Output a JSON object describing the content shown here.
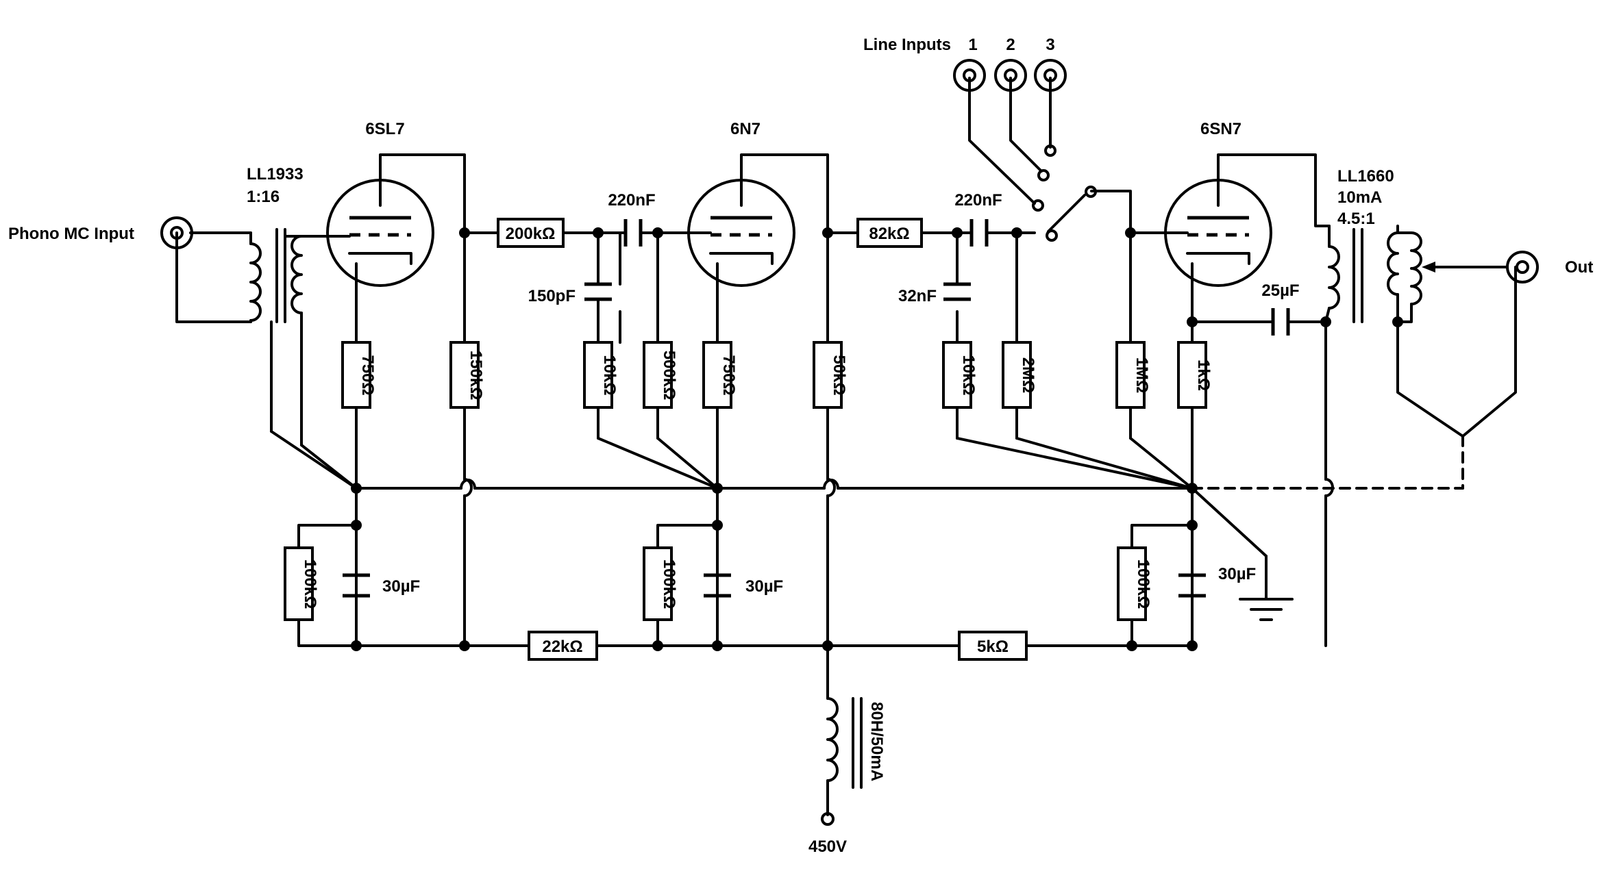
{
  "title": "",
  "tubes": {
    "v1": "6SL7",
    "v2": "6N7",
    "v3": "6SN7"
  },
  "transformers": {
    "input": {
      "name": "LL1933",
      "ratio": "1:16"
    },
    "output": {
      "name": "LL1660",
      "current": "10mA",
      "ratio": "4.5:1"
    },
    "choke": "80H/50mA"
  },
  "connectors": {
    "phono": "Phono MC Input",
    "line": "Line Inputs",
    "line_numbers": [
      "1",
      "2",
      "3"
    ],
    "out": "Out",
    "supply": "450V"
  },
  "resistors": {
    "r200k": "200kΩ",
    "r82k": "82kΩ",
    "r750a": "750Ω",
    "r150k": "150kΩ",
    "r10ka": "10kΩ",
    "r500k": "500kΩ",
    "r750b": "750Ω",
    "r50k": "50kΩ",
    "r10kb": "10kΩ",
    "r2m": "2MΩ",
    "r1m": "1MΩ",
    "r1k": "1kΩ",
    "r100ka": "100kΩ",
    "r100kb": "100kΩ",
    "r100kc": "100kΩ",
    "r22k": "22kΩ",
    "r5k": "5kΩ"
  },
  "capacitors": {
    "c220a": "220nF",
    "c220b": "220nF",
    "c150p": "150pF",
    "c32n": "32nF",
    "c25u": "25µF",
    "c30a": "30µF",
    "c30b": "30µF",
    "c30c": "30µF"
  }
}
